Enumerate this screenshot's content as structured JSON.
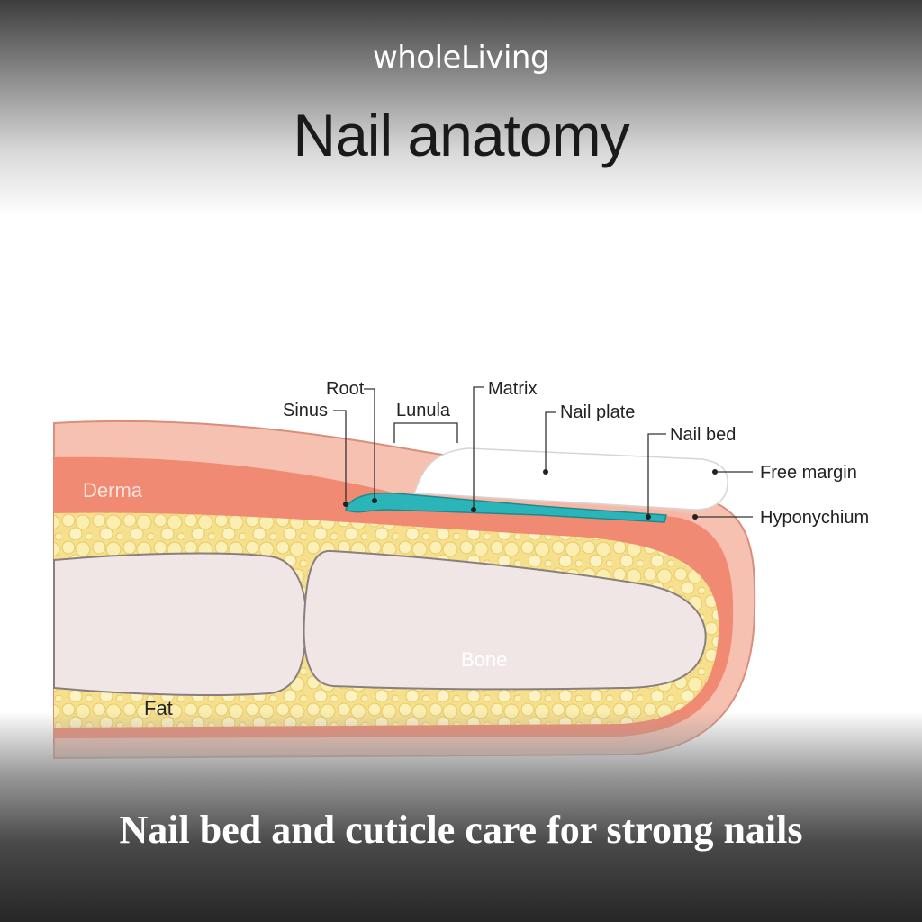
{
  "brand": "wholeLiving",
  "title": "Nail anatomy",
  "caption": "Nail bed and cuticle care for strong nails",
  "labels": {
    "root": "Root",
    "sinus": "Sinus",
    "lunula": "Lunula",
    "matrix": "Matrix",
    "nail_plate": "Nail plate",
    "nail_bed": "Nail bed",
    "free_margin": "Free margin",
    "hyponychium": "Hyponychium"
  },
  "tissues": {
    "derma": "Derma",
    "bone": "Bone",
    "fat": "Fat"
  },
  "colors": {
    "skin": "#f6c1b0",
    "derma": "#f08a72",
    "fat": "#f6e08e",
    "bone": "#f1e6e6",
    "matrix": "#2bb5b8",
    "nail": "#ffffff"
  }
}
